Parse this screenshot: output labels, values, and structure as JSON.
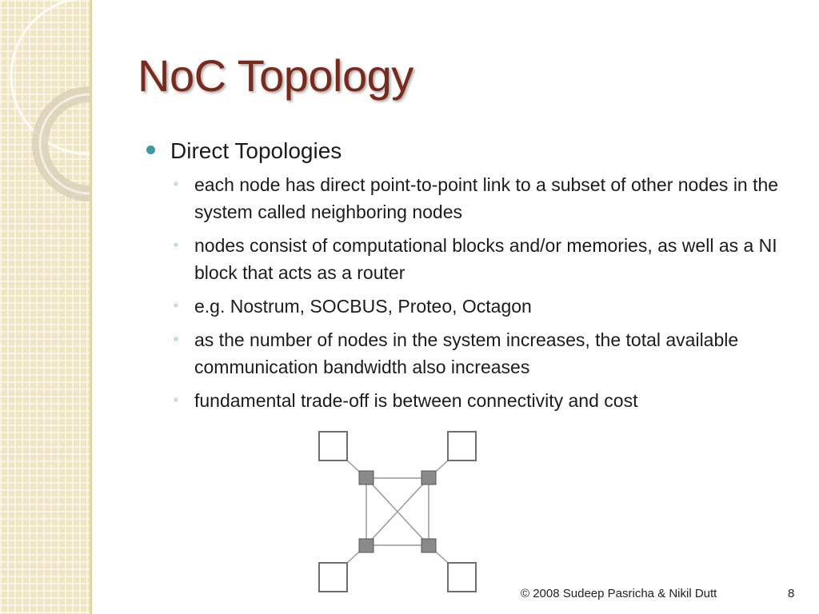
{
  "slide": {
    "title": "NoC Topology",
    "bullets": [
      {
        "text": "Direct Topologies",
        "sub": [
          "each node has direct point-to-point link to a subset of other nodes in the system called neighboring nodes",
          "nodes consist of computational blocks and/or memories, as well as a NI block that acts as a router",
          "e.g. Nostrum, SOCBUS, Proteo, Octagon",
          "as the number of nodes in the system increases, the total available communication bandwidth also increases",
          "fundamental trade-off is between connectivity and cost"
        ]
      }
    ],
    "footer": {
      "copyright": "© 2008 Sudeep Pasricha  & Nikil Dutt",
      "page_number": "8"
    }
  },
  "colors": {
    "title": "#7a2a1a",
    "bullet": "#3f9aa6",
    "side_panel": "#f1e6c4",
    "router_fill": "#8a8a8a",
    "node_border": "#6e6e6e"
  }
}
